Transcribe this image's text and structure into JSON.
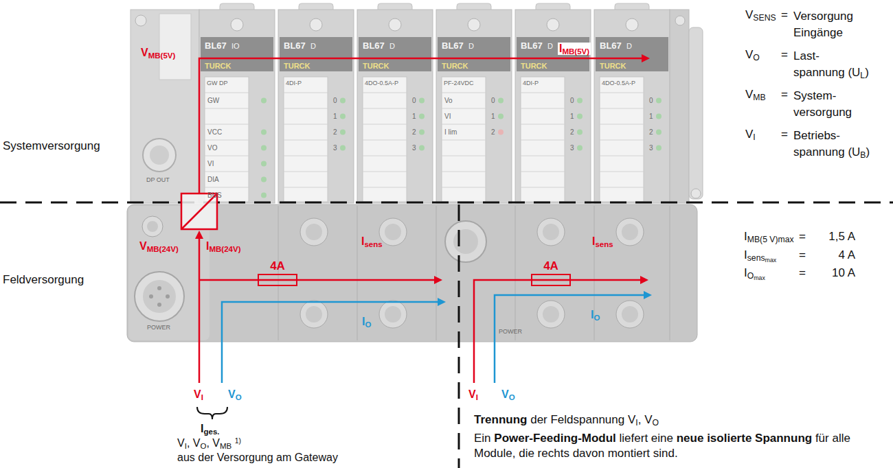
{
  "diagram": {
    "nodes": [
      {
        "text": [
          "4A"
        ]
      },
      {
        "text": [
          "4A"
        ]
      }
    ],
    "labels": [
      "BL67",
      "IO",
      "TURCK",
      "GW DP",
      "BL67",
      "D",
      "TURCK",
      "4DI-P",
      "BL67",
      "D",
      "TURCK",
      "4DO-0.5A-P",
      "BL67",
      "D",
      "TURCK",
      "PF-24VDC",
      "BL67",
      "D",
      "TURCK",
      "4DI-P",
      "BL67",
      "D",
      "TURCK",
      "4DO-0.5A-P",
      "GW",
      "VCC",
      "VO",
      "VI",
      "DIA",
      "BUS",
      "0",
      "1",
      "2",
      "3",
      "0",
      "1",
      "2",
      "3",
      "Vo",
      "VI",
      "I lim",
      "0",
      "1",
      "2",
      "0",
      "1",
      "2",
      "3",
      "0",
      "1",
      "2",
      "3",
      "DP OUT",
      "POWER",
      "POWER",
      "Systemversorgung",
      "Feldversorgung",
      "VMB(5V)",
      "IMB(5V)",
      "VMB(24V)",
      "IMB(24V)",
      "Isens",
      "Isens",
      "IO",
      "IO",
      "VI",
      "VO",
      "VI",
      "VO",
      "Iges.",
      "VI, VO, VMB 1)",
      "aus der Versorgung am Gateway",
      "Trennung der Feldspannung VI, VO",
      "Ein Power-Feeding-Modul liefert eine neue isolierte Spannung für alle Module, die rechts davon montiert sind.",
      "VSENS",
      "=",
      "Versorgung Eingänge",
      "VO",
      "=",
      "Last- spannung (UL)",
      "VMB",
      "=",
      "System- versorgung",
      "VI",
      "=",
      "Betriebs- spannung (UB)",
      "IMB(5 V)max",
      "=",
      "1,5 A",
      "Isensmax",
      "=",
      "4 A",
      "IOmax",
      "=",
      "10 A"
    ]
  }
}
